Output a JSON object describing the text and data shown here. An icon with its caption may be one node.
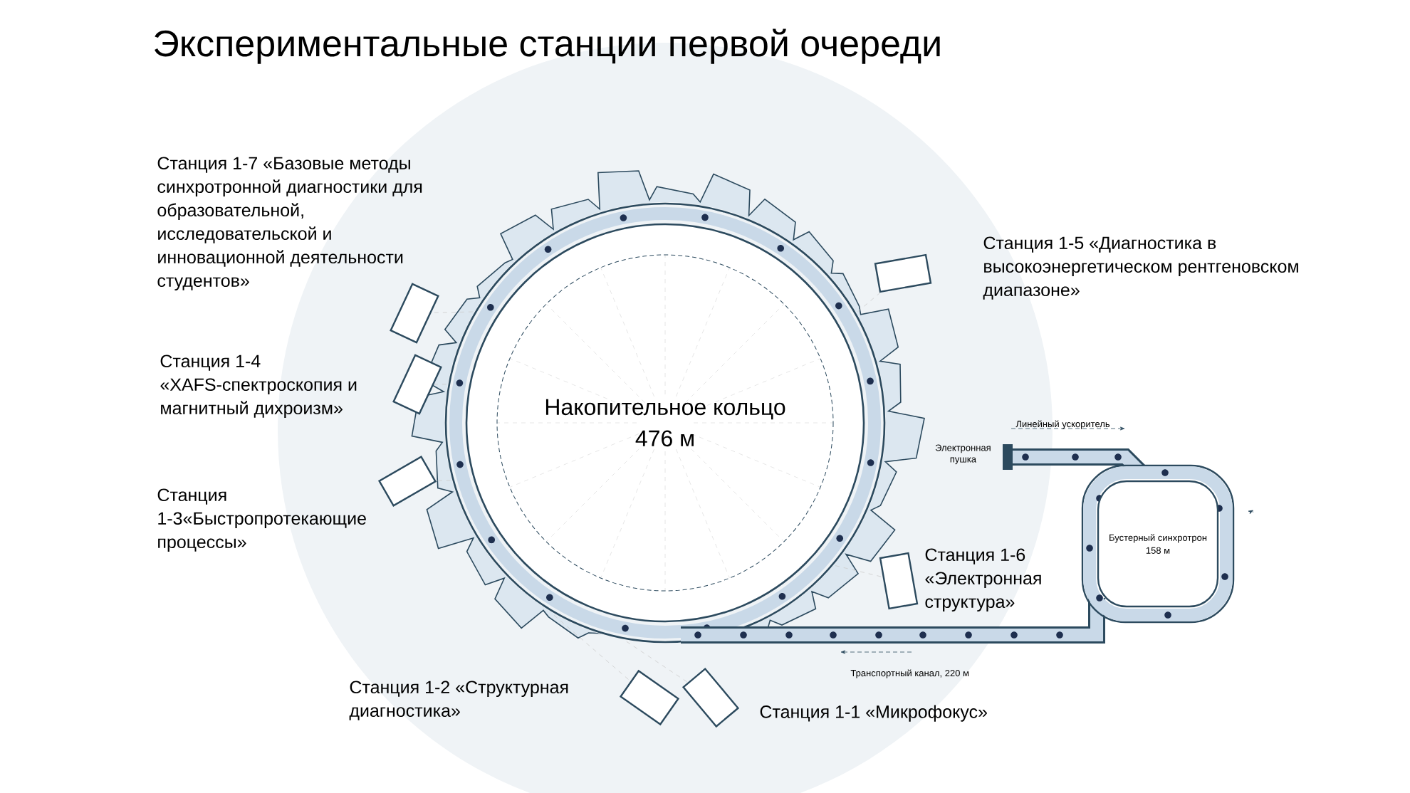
{
  "diagram": {
    "title": "Экспериментальные станции первой очереди",
    "nodes": [
      {
        "text": [
          "Накопительное кольцо",
          "476 м"
        ]
      },
      {
        "text": [
          "Бустерный синхротрон",
          "158 м"
        ]
      }
    ],
    "labels": [
      "Станция 1-7 «Базовые методы синхротронной диагностики для образовательной, исследовательской и инновационной деятельности студентов»",
      "Станция 1-5 «Диагностика в высокоэнергетическом рентгеновском диапазоне»",
      "Станция 1-4 «XAFS-спектроскопия и магнитный дихроизм»",
      "Станция 1-3«Быстропротекающие процессы»",
      "Линейный ускоритель",
      "Электронная пушка",
      "Станция 1-6 «Электронная структура»",
      "Станция 1-2 «Структурная диагностика»",
      "Транспортный канал, 220 м",
      "Станция 1-1 «Микрофокус»"
    ]
  }
}
